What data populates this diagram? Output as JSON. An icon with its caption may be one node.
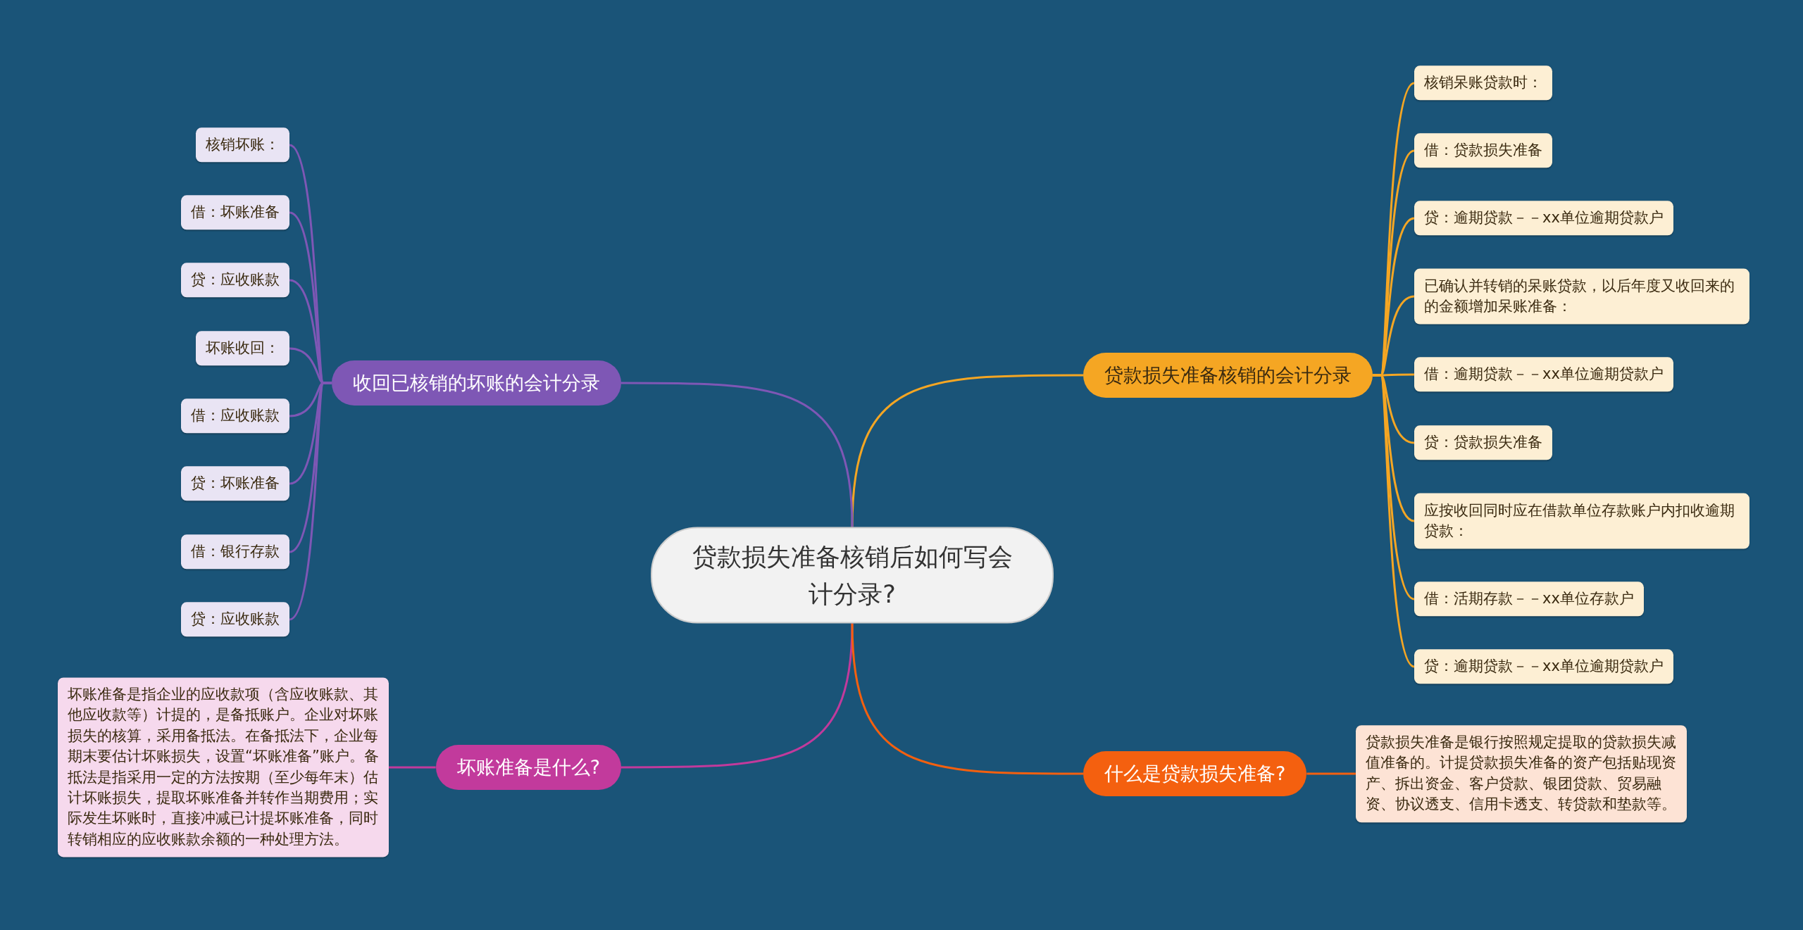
{
  "diagram": {
    "nodes": [
      {
        "text": [
          "贷款损失准备核销后如何写会计分录?"
        ]
      },
      {
        "text": [
          "贷款损失准备核销的会计分录"
        ]
      },
      {
        "text": [
          "核销呆账贷款时："
        ]
      },
      {
        "text": [
          "借：贷款损失准备"
        ]
      },
      {
        "text": [
          "贷：逾期贷款－－xx单位逾期贷款户"
        ]
      },
      {
        "text": [
          "已确认并转销的呆账贷款，以后年度又收回来的的金额增加呆账准备："
        ]
      },
      {
        "text": [
          "借：逾期贷款－－xx单位逾期贷款户"
        ]
      },
      {
        "text": [
          "贷：贷款损失准备"
        ]
      },
      {
        "text": [
          "应按收回同时应在借款单位存款账户内扣收逾期贷款："
        ]
      },
      {
        "text": [
          "借：活期存款－－xx单位存款户"
        ]
      },
      {
        "text": [
          "贷：逾期贷款－－xx单位逾期贷款户"
        ]
      },
      {
        "text": [
          "收回已核销的坏账的会计分录"
        ]
      },
      {
        "text": [
          "核销坏账："
        ]
      },
      {
        "text": [
          "借：坏账准备"
        ]
      },
      {
        "text": [
          "贷：应收账款"
        ]
      },
      {
        "text": [
          "坏账收回："
        ]
      },
      {
        "text": [
          "借：应收账款"
        ]
      },
      {
        "text": [
          "贷：坏账准备"
        ]
      },
      {
        "text": [
          "借：银行存款"
        ]
      },
      {
        "text": [
          "贷：应收账款"
        ]
      },
      {
        "text": [
          "坏账准备是什么?"
        ]
      },
      {
        "text": [
          "坏账准备是指企业的应收款项（含应收账款、其他应收款等）计提的，是备抵账户。企业对坏账损失的核算，采用备抵法。在备抵法下，企业每期末要估计坏账损失，设置“坏账准备”账户。备抵法是指采用一定的方法按期（至少每年末）估计坏账损失，提取坏账准备并转作当期费用；实际发生坏账时，直接冲减已计提坏账准备，同时转销相应的应收账款余额的一种处理方法。"
        ]
      },
      {
        "text": [
          "什么是贷款损失准备?"
        ]
      },
      {
        "text": [
          "贷款损失准备是银行按照规定提取的贷款损失减值准备的。计提贷款损失准备的资产包括贴现资产、拆出资金、客户贷款、银团贷款、贸易融资、协议透支、信用卡透支、转贷款和垫款等。"
        ]
      }
    ],
    "edges": [
      {
        "from": 0,
        "to": 1,
        "arrow": "none",
        "color": "#f5a623"
      },
      {
        "from": 1,
        "to": 2,
        "arrow": "none",
        "color": "#f5a623"
      },
      {
        "from": 1,
        "to": 3,
        "arrow": "none",
        "color": "#f5a623"
      },
      {
        "from": 1,
        "to": 4,
        "arrow": "none",
        "color": "#f5a623"
      },
      {
        "from": 1,
        "to": 5,
        "arrow": "none",
        "color": "#f5a623"
      },
      {
        "from": 1,
        "to": 6,
        "arrow": "none",
        "color": "#f5a623"
      },
      {
        "from": 1,
        "to": 7,
        "arrow": "none",
        "color": "#f5a623"
      },
      {
        "from": 1,
        "to": 8,
        "arrow": "none",
        "color": "#f5a623"
      },
      {
        "from": 1,
        "to": 9,
        "arrow": "none",
        "color": "#f5a623"
      },
      {
        "from": 1,
        "to": 10,
        "arrow": "none",
        "color": "#f5a623"
      },
      {
        "from": 0,
        "to": 11,
        "arrow": "none",
        "color": "#7e57b5"
      },
      {
        "from": 11,
        "to": 12,
        "arrow": "none",
        "color": "#7e57b5"
      },
      {
        "from": 11,
        "to": 13,
        "arrow": "none",
        "color": "#7e57b5"
      },
      {
        "from": 11,
        "to": 14,
        "arrow": "none",
        "color": "#7e57b5"
      },
      {
        "from": 11,
        "to": 15,
        "arrow": "none",
        "color": "#7e57b5"
      },
      {
        "from": 11,
        "to": 16,
        "arrow": "none",
        "color": "#7e57b5"
      },
      {
        "from": 11,
        "to": 17,
        "arrow": "none",
        "color": "#7e57b5"
      },
      {
        "from": 11,
        "to": 18,
        "arrow": "none",
        "color": "#7e57b5"
      },
      {
        "from": 11,
        "to": 19,
        "arrow": "none",
        "color": "#7e57b5"
      },
      {
        "from": 0,
        "to": 20,
        "arrow": "none",
        "color": "#c23a9c"
      },
      {
        "from": 20,
        "to": 21,
        "arrow": "none",
        "color": "#c23a9c"
      },
      {
        "from": 0,
        "to": 22,
        "arrow": "none",
        "color": "#f4600f"
      },
      {
        "from": 22,
        "to": 23,
        "arrow": "none",
        "color": "#f4600f"
      }
    ]
  }
}
